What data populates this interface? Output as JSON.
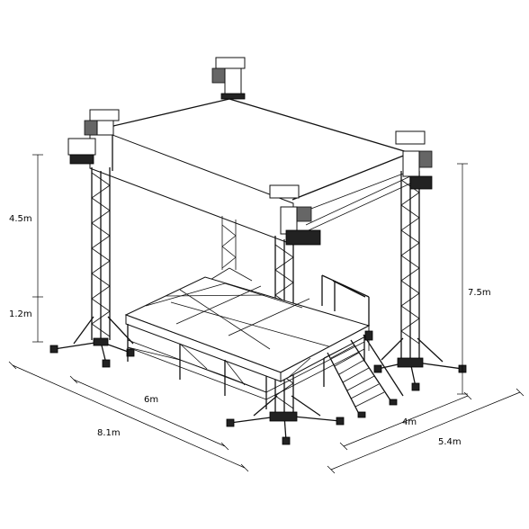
{
  "dimensions": {
    "upper_height": "4.5m",
    "stage_height": "1.2m",
    "total_height": "7.5m",
    "stage_length": "6m",
    "overall_length": "8.1m",
    "stage_depth": "4m",
    "overall_depth": "5.4m"
  }
}
